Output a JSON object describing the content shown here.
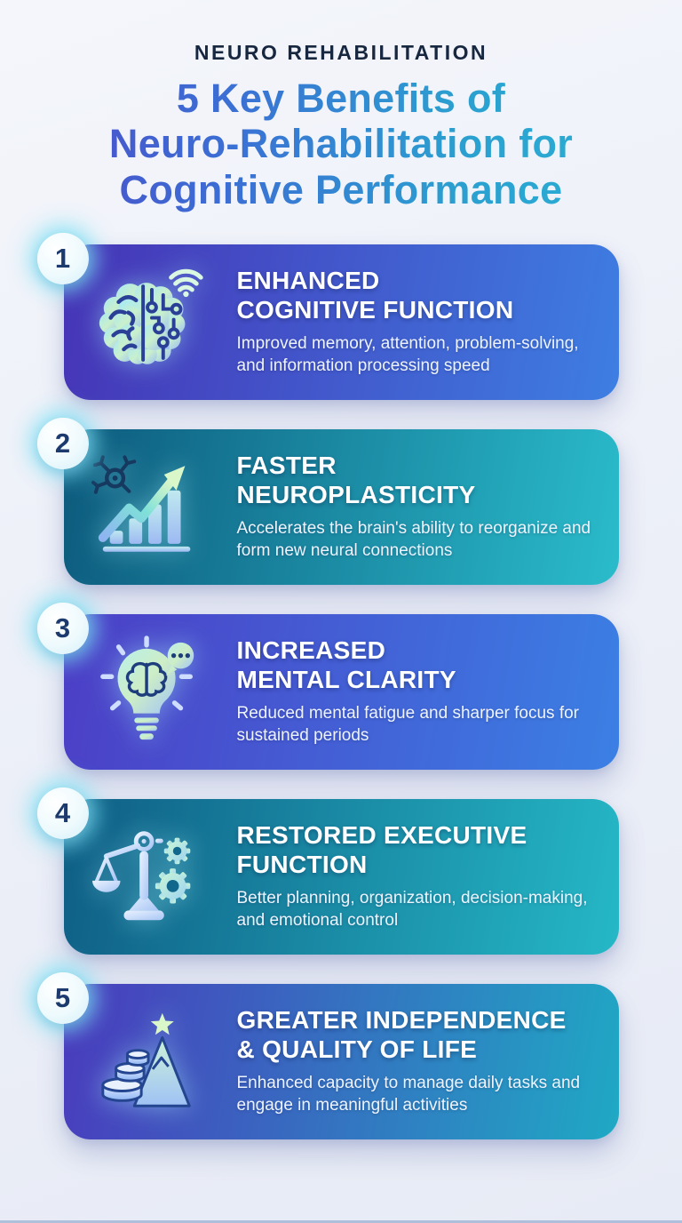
{
  "header": {
    "eyebrow": "NEURO REHABILITATION",
    "title_lines": [
      "5 Key Benefits of",
      "Neuro-Rehabilitation for",
      "Cognitive Performance"
    ],
    "title_gradient": [
      "#4f46c8",
      "#3b6fd4",
      "#2b9fd0",
      "#28b5d6"
    ],
    "eyebrow_color": "#17273f"
  },
  "cards": [
    {
      "number": "1",
      "icon": "brain-circuit-icon",
      "title_lines": [
        "ENHANCED",
        "COGNITIVE FUNCTION"
      ],
      "description": "Improved memory, attention, problem-solving, and information processing speed",
      "gradient": [
        "#4634b6",
        "#3e7ee2"
      ]
    },
    {
      "number": "2",
      "icon": "neuron-growth-chart-icon",
      "title_lines": [
        "FASTER",
        "NEUROPLASTICITY"
      ],
      "description": "Accelerates the brain's ability to reorganize and form new neural connections",
      "gradient": [
        "#0d5a7d",
        "#2abccb"
      ]
    },
    {
      "number": "3",
      "icon": "lightbulb-brain-icon",
      "title_lines": [
        "INCREASED",
        "MENTAL CLARITY"
      ],
      "description": "Reduced mental fatigue and sharper focus for sustained periods",
      "gradient": [
        "#4c3ec6",
        "#3b80e4"
      ]
    },
    {
      "number": "4",
      "icon": "balance-scale-gears-icon",
      "title_lines": [
        "RESTORED EXECUTIVE",
        "FUNCTION"
      ],
      "description": "Better planning, organization, decision-making, and emotional control",
      "gradient": [
        "#0f5e85",
        "#25b8c6"
      ]
    },
    {
      "number": "5",
      "icon": "steps-mountain-star-icon",
      "title_lines": [
        "GREATER INDEPENDENCE",
        "& QUALITY OF LIFE"
      ],
      "description": "Enhanced capacity to manage daily tasks and engage in meaningful activities",
      "gradient": [
        "#4a3bbd",
        "#1fa9c4"
      ]
    }
  ],
  "footer": {
    "accent_line_color": "#a9bad8"
  }
}
